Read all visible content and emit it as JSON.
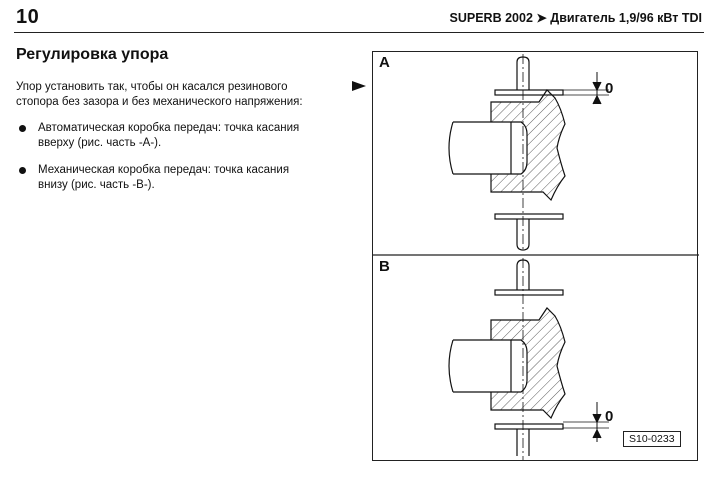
{
  "header": {
    "page_number": "10",
    "running_title": "SUPERB 2002 ➤ Двигатель 1,9/96 кВт TDI"
  },
  "section": {
    "title": "Регулировка упора",
    "intro_line1": "Упор установить так, чтобы он касался резинового",
    "intro_line2": "стопора без зазора и без механического напряжения:",
    "bullets": [
      {
        "line1": "Автоматическая коробка передач: точка касания",
        "line2": "вверху (рис. часть -A-)."
      },
      {
        "line1": "Механическая коробка передач: точка касания",
        "line2": "внизу (рис. часть -B-)."
      }
    ]
  },
  "figure": {
    "panel_a_label": "A",
    "panel_b_label": "B",
    "gap_label_a": "0",
    "gap_label_b": "0",
    "code": "S10-0233"
  }
}
